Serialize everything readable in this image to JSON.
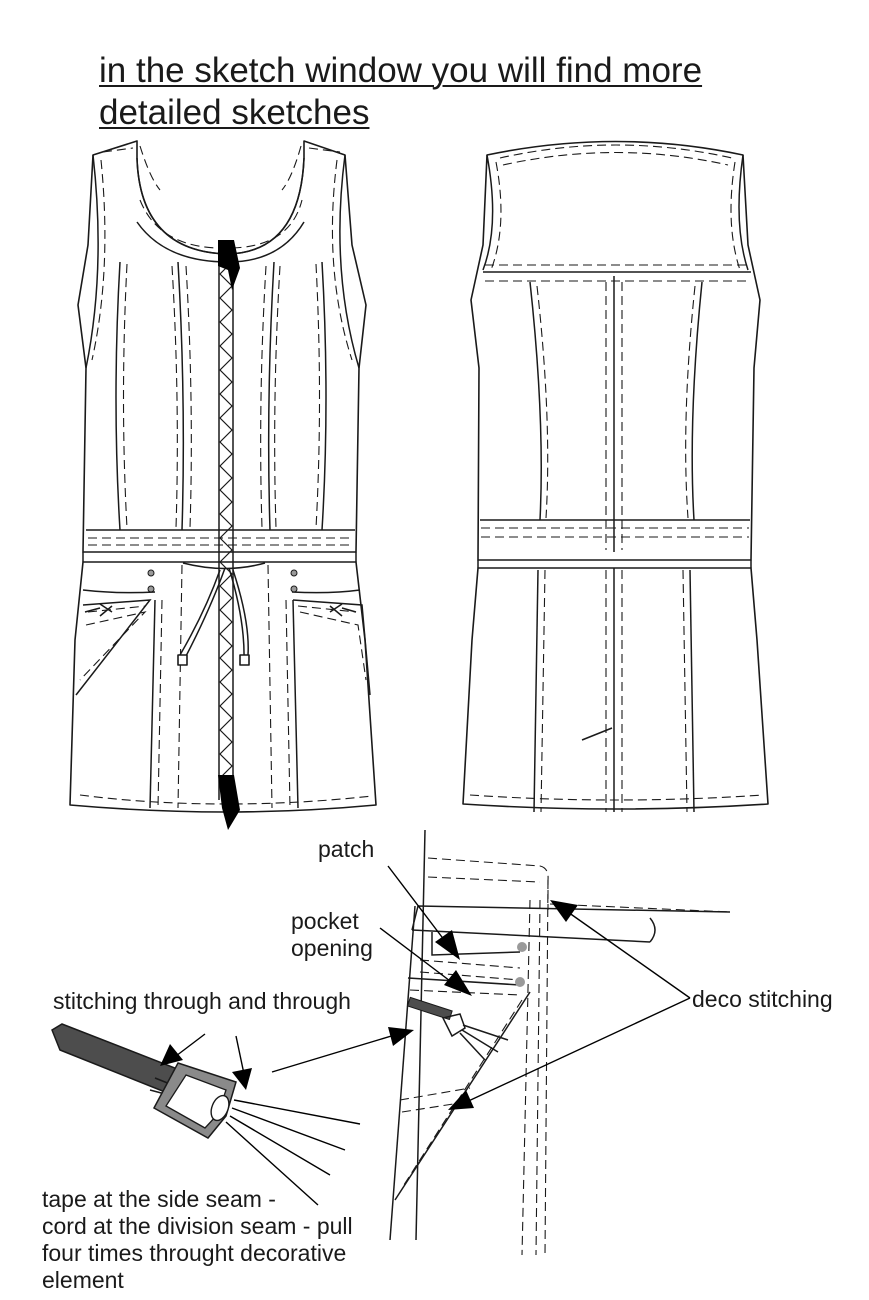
{
  "heading": {
    "line1": "in the sketch window you will find more",
    "line2": "detailed sketches"
  },
  "labels": {
    "patch": "patch",
    "pocket_opening": [
      "pocket",
      "opening"
    ],
    "stitching_through": "stitching through and through",
    "deco_stitching": "deco stitching",
    "tape_note": [
      "tape at the side seam -",
      "cord at the division seam - pull",
      "four times throught decorative",
      "element"
    ]
  },
  "colors": {
    "line": "#1a1a1a",
    "arrow": "#000000",
    "tape_fill": "#4d4d4d",
    "buckle_fill": "#8a8a8a",
    "rivet": "#9a9a9a",
    "zip_puller": "#000000"
  },
  "icons": {
    "zip_tab_top": "zip-puller-icon",
    "zip_tab_bottom": "zip-puller-icon",
    "buckle": "buckle-icon",
    "rivet": "rivet-icon"
  }
}
